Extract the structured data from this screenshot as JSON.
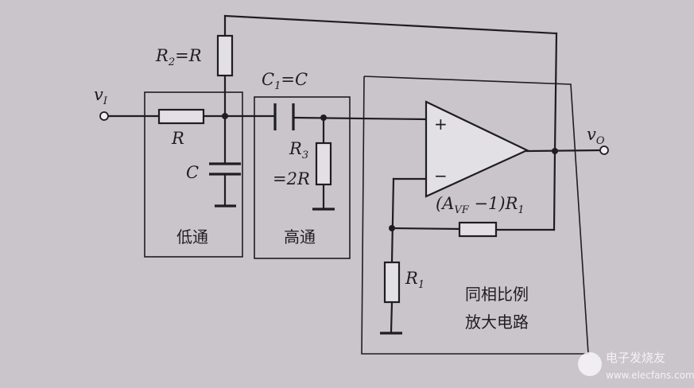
{
  "components": {
    "r2": {
      "name": "R",
      "sub": "2",
      "eq": "=R"
    },
    "r_lp": {
      "name": "R"
    },
    "c_lp": {
      "name": "C"
    },
    "c1": {
      "name": "C",
      "sub": "1",
      "eq": "=C"
    },
    "r3": {
      "name": "R",
      "sub": "3",
      "eq": "=2R"
    },
    "r1": {
      "name": "R",
      "sub": "1"
    },
    "rf": {
      "open": "(A",
      "sub": "VF",
      "close": " −1)R",
      "sub2": "1"
    }
  },
  "terminals": {
    "input": {
      "name": "v",
      "sub": "I"
    },
    "output": {
      "name": "v",
      "sub": "O"
    }
  },
  "opamp": {
    "plus": "+",
    "minus": "−"
  },
  "blocks": {
    "lowpass": "低通",
    "highpass": "高通",
    "amplifier": [
      "同相比例",
      "放大电路"
    ]
  },
  "watermark": {
    "text": "电子发烧友",
    "url": "www.elecfans.com"
  }
}
